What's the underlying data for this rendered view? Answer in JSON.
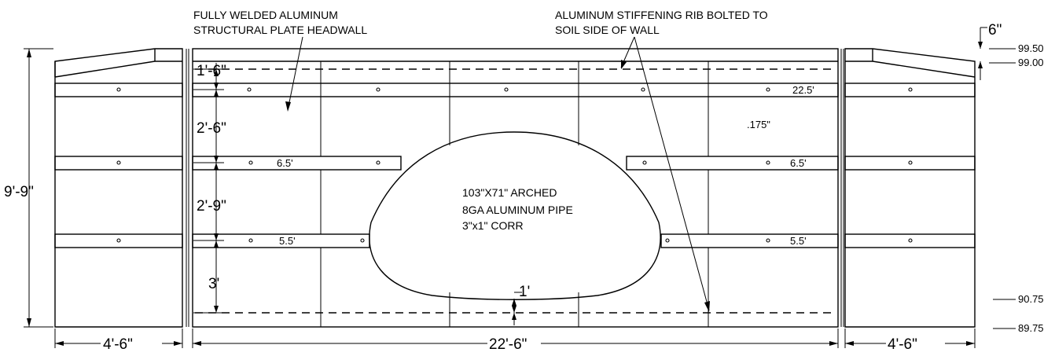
{
  "callouts": {
    "headwall_line1": "FULLY WELDED ALUMINUM",
    "headwall_line2": "STRUCTURAL PLATE HEADWALL",
    "rib_line1": "ALUMINUM STIFFENING RIB BOLTED TO",
    "rib_line2": "SOIL SIDE OF WALL"
  },
  "pipe": {
    "line1": "103\"X71\" ARCHED",
    "line2": "8GA ALUMINUM PIPE",
    "line3": "3\"x1\" CORR"
  },
  "dimensions": {
    "total_height": "9'-9\"",
    "top_offset": "1'-6\"",
    "spacing_1": "2'-6\"",
    "spacing_2": "2'-9\"",
    "bottom_spacing": "3'",
    "pipe_clearance": "1'",
    "wing_top_drop": "6\"",
    "left_wing_width": "4'-6\"",
    "wall_width": "22'-6\"",
    "right_wing_width": "4'-6\""
  },
  "ribs": {
    "top_length": "22.5'",
    "middle_length": "6.5'",
    "lower_length": "5.5'",
    "plate_thickness": ".175\""
  },
  "elevations": {
    "top": "99.50",
    "wing_top": "99.00",
    "invert": "90.75",
    "bottom": "89.75"
  }
}
